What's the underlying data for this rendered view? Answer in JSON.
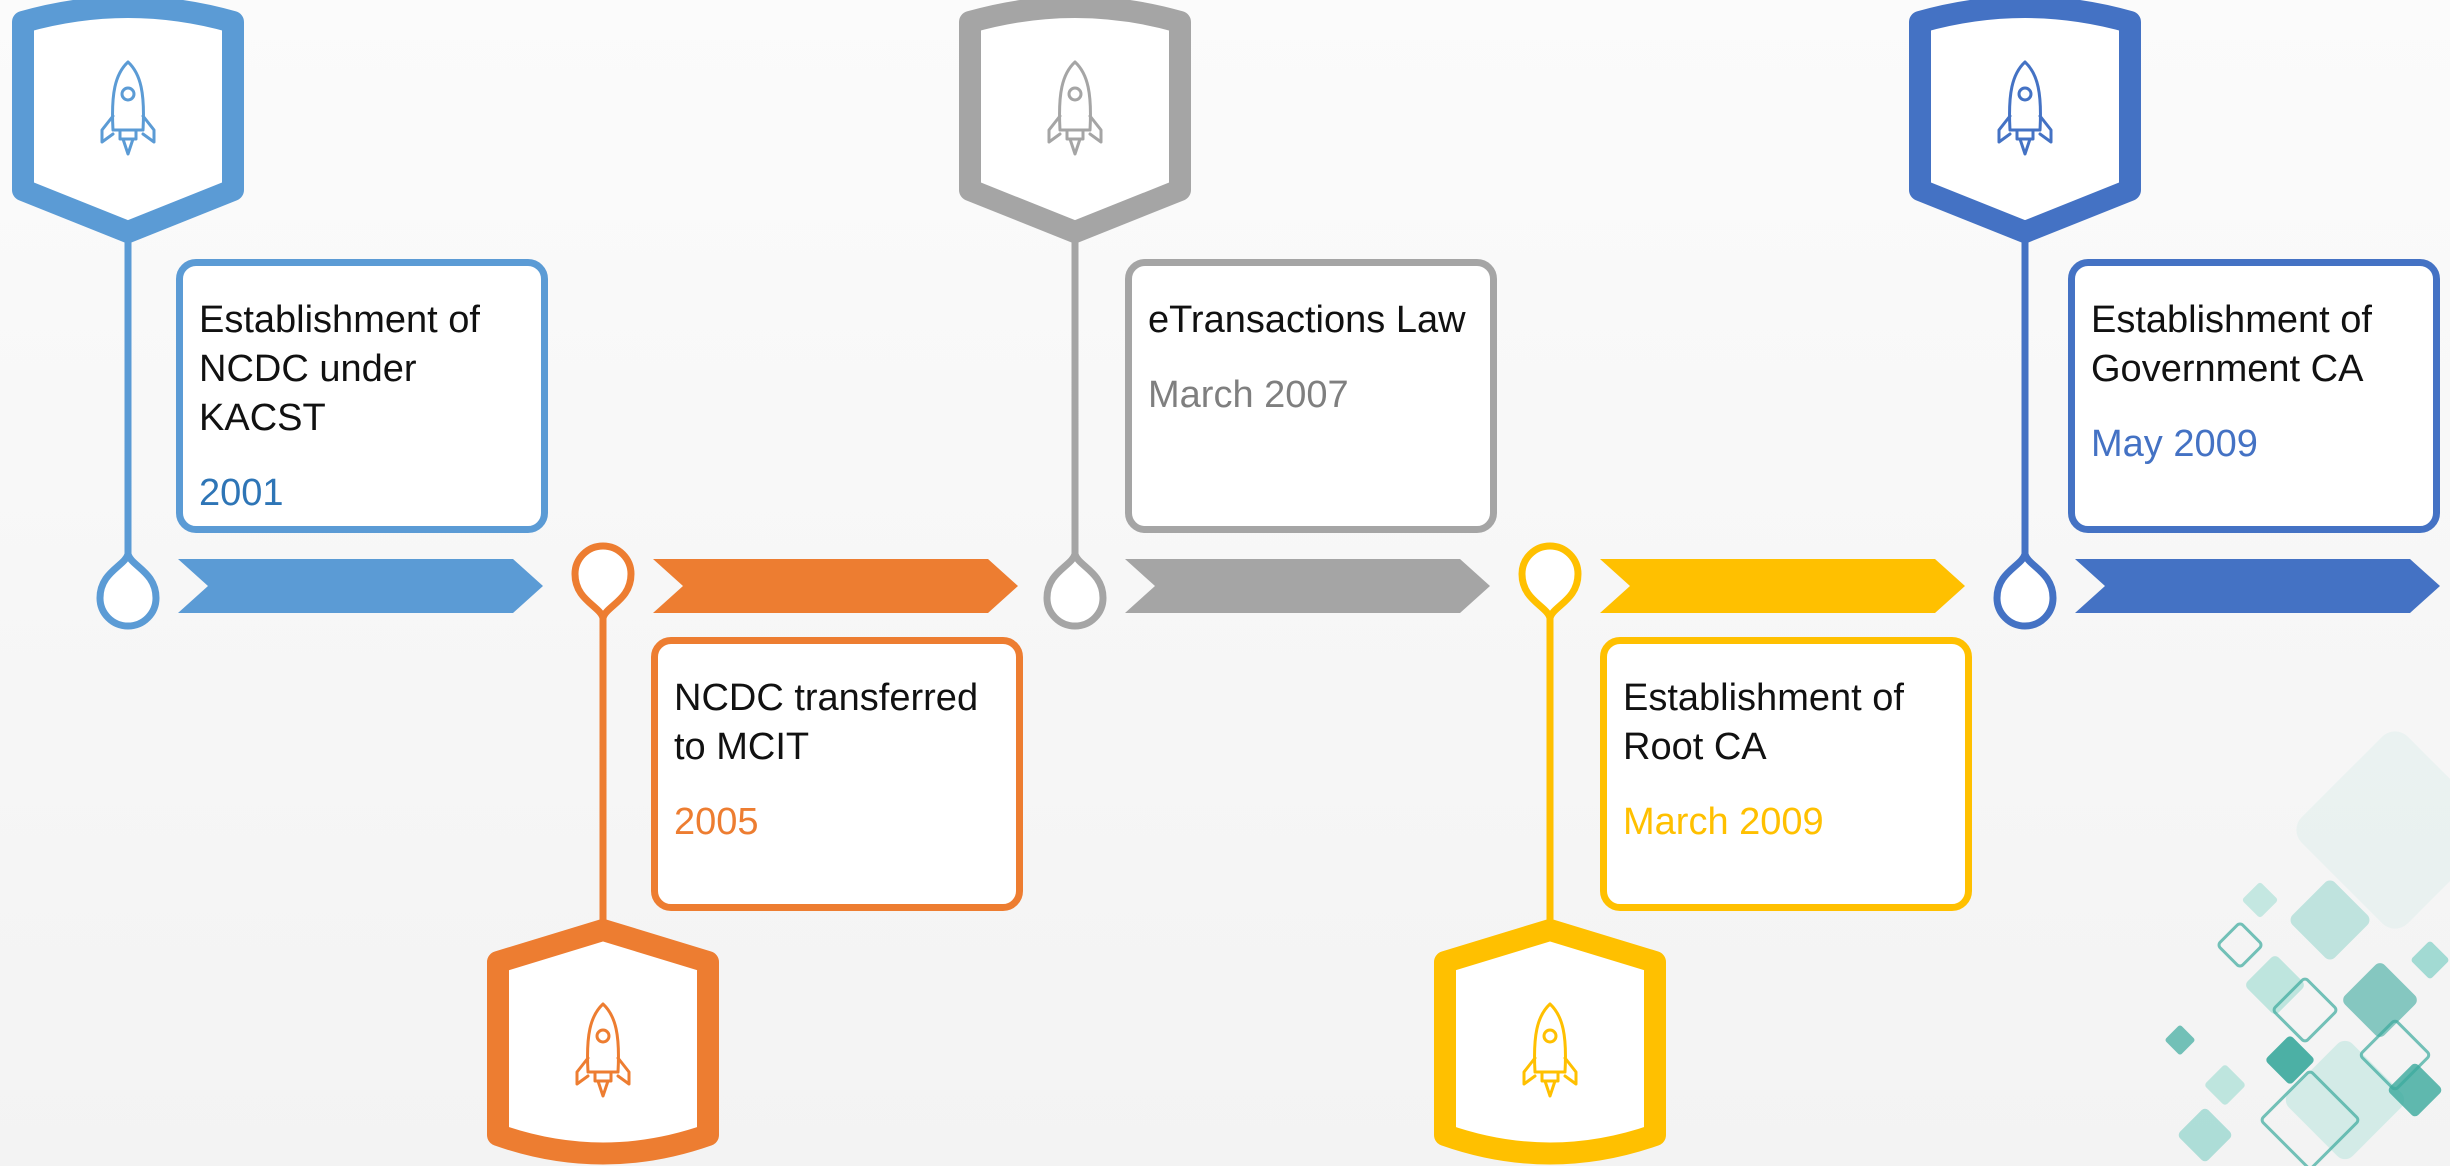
{
  "timeline": {
    "events": [
      {
        "title": "Establishment of NCDC under KACST",
        "date": "2001",
        "color": "#5b9bd5",
        "date_color": "#2e75b6",
        "icon": "rocket-icon"
      },
      {
        "title": "NCDC transferred to MCIT",
        "date": "2005",
        "color": "#ed7d31",
        "date_color": "#ed7d31",
        "icon": "rocket-icon"
      },
      {
        "title": "eTransactions Law",
        "date": "March 2007",
        "color": "#a5a5a5",
        "date_color": "#7f7f7f",
        "icon": "rocket-icon"
      },
      {
        "title": "Establishment of Root CA",
        "date": "March 2009",
        "color": "#ffc000",
        "date_color": "#ffc000",
        "icon": "rocket-icon"
      },
      {
        "title": "Establishment of Government CA",
        "date": "May 2009",
        "color": "#4472c4",
        "date_color": "#4472c4",
        "icon": "rocket-icon"
      }
    ]
  },
  "decoration": {
    "pattern": "diamond-pattern",
    "colors": [
      "#7fcfc4",
      "#3aa99c",
      "#b8e3dc"
    ]
  }
}
